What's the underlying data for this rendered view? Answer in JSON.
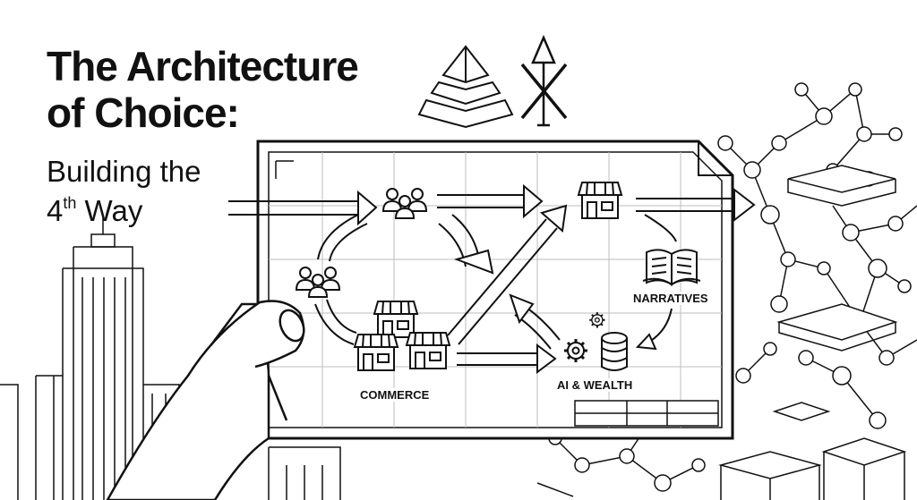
{
  "title": {
    "line1": "The Architecture",
    "line2": "of Choice:"
  },
  "subtitle": {
    "line1": "Building the",
    "line2_prefix": "4",
    "line2_sup": "th",
    "line2_suffix": " Way"
  },
  "labels": {
    "commerce": "COMMERCE",
    "narratives": "NARRATIVES",
    "ai_wealth": "AI & WEALTH"
  },
  "icons": [
    "pyramid-icon",
    "crossed-up-arrow-icon",
    "people-group-icon",
    "storefront-icon",
    "open-book-icon",
    "gears-icon",
    "database-icon",
    "hand-icon",
    "skyscraper-icon",
    "network-icon"
  ],
  "colors": {
    "ink": "#111111",
    "paper": "#ffffff",
    "grid": "#bdbdbd"
  }
}
